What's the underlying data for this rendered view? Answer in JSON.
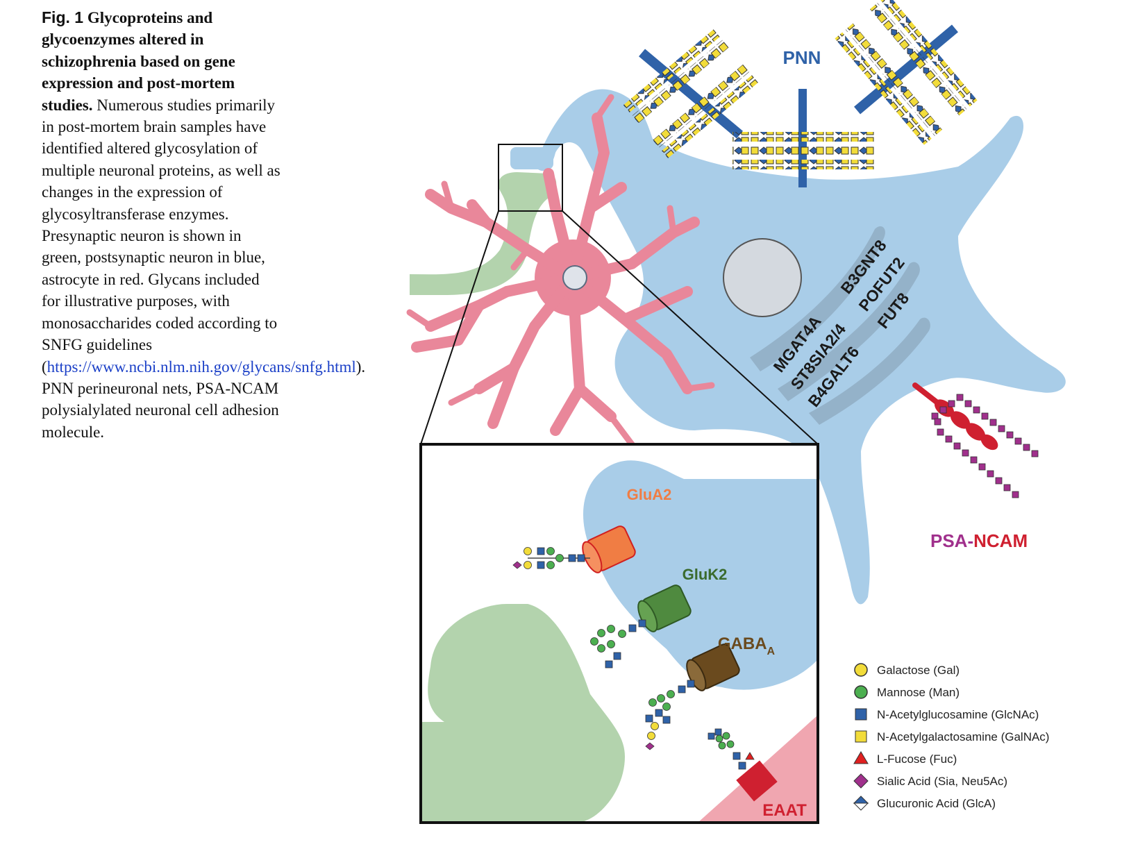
{
  "caption": {
    "fig_label": "Fig. 1",
    "title": "Glycoproteins and glycoenzymes altered in schizophrenia based on gene expression and post-mortem studies.",
    "body_1": "Numerous studies primarily in post-mortem brain samples have identified altered glycosylation of multiple neuronal proteins, as well as changes in the expression of glycosyltransferase enzymes. Presynaptic neuron is shown in green, postsynaptic neuron in blue, astrocyte in red. Glycans included for illustrative purposes, with monosaccharides coded according to SNFG guidelines (",
    "link": "https://www.ncbi.nlm.nih.gov/glycans/snfg.html",
    "body_2": "). PNN perineuronal nets, PSA-NCAM polysialylated neuronal cell adhesion molecule."
  },
  "figure": {
    "pnn_label": "PNN",
    "psa_label": "PSA-",
    "ncam_label": "NCAM",
    "enzymes": [
      "MGAT4A",
      "ST8SIA2/4",
      "B4GALT6",
      "B3GNT8",
      "POFUT2",
      "FUT8"
    ],
    "inset": {
      "glua2": "GluA2",
      "gluk2": "GluK2",
      "gaba": "GABA",
      "gaba_sub": "A",
      "eaat": "EAAT"
    },
    "colors": {
      "postsynaptic": "#a9cde8",
      "presynaptic": "#b3d3ad",
      "astrocyte": "#e9879a",
      "pnn_core": "#2f62a8",
      "glua2": "#f07d44",
      "gluk2": "#4f8a3f",
      "gaba": "#6a4a1e",
      "eaat": "#cf2030",
      "psa": "#a0308c"
    }
  },
  "legend": [
    {
      "icon": "galactose-circle-icon",
      "label": "Galactose (Gal)"
    },
    {
      "icon": "mannose-circle-icon",
      "label": "Mannose (Man)"
    },
    {
      "icon": "glcnac-square-icon",
      "label": "N-Acetylglucosamine (GlcNAc)"
    },
    {
      "icon": "galnac-square-icon",
      "label": "N-Acetylgalactosamine  (GalNAc)"
    },
    {
      "icon": "fucose-triangle-icon",
      "label": "L-Fucose (Fuc)"
    },
    {
      "icon": "sialic-diamond-icon",
      "label": "Sialic Acid (Sia, Neu5Ac)"
    },
    {
      "icon": "glucuronic-diamond-icon",
      "label": "Glucuronic Acid (GlcA)"
    }
  ]
}
